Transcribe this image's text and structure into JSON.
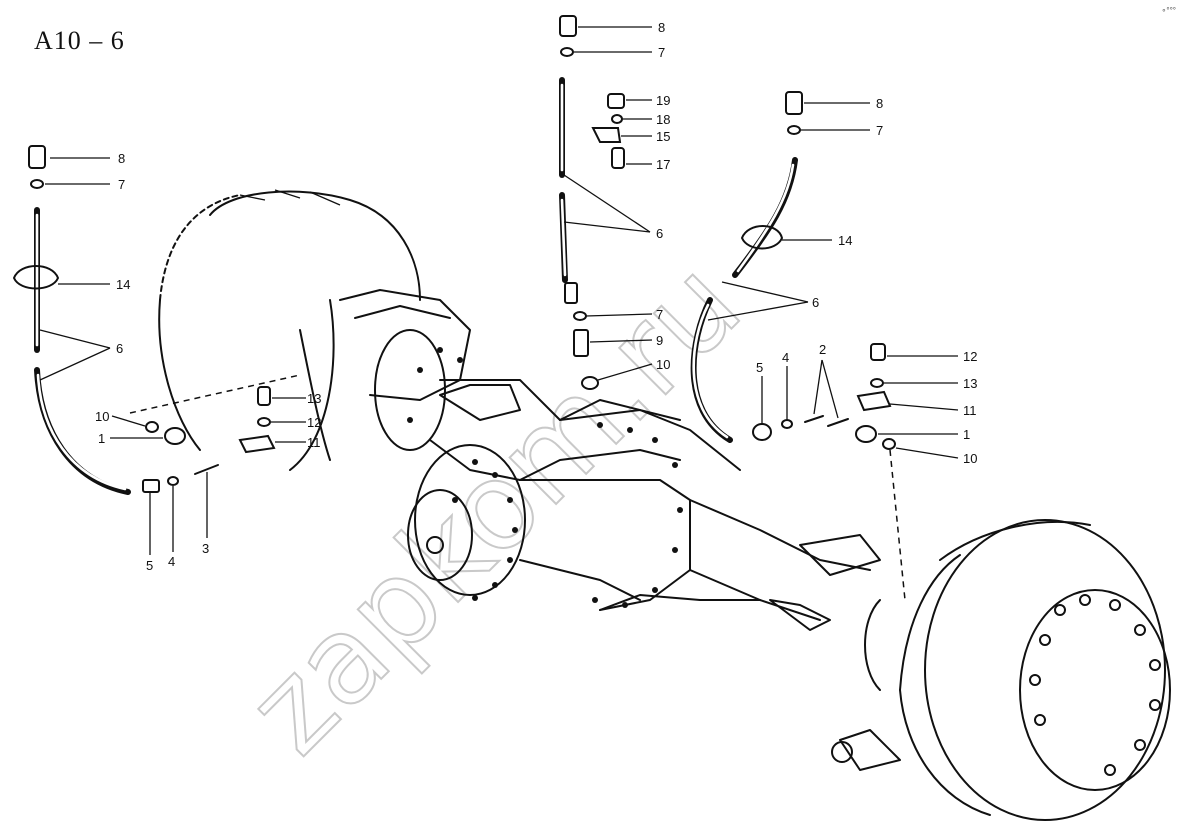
{
  "sheet": {
    "code": "A10 – 6",
    "corner_mark": "∘°°°"
  },
  "watermark": {
    "text": "zapkom.ru"
  },
  "callouts": [
    {
      "id": "c1",
      "label": "8"
    },
    {
      "id": "c2",
      "label": "7"
    },
    {
      "id": "c3",
      "label": "14"
    },
    {
      "id": "c4",
      "label": "6"
    },
    {
      "id": "c5",
      "label": "10"
    },
    {
      "id": "c6",
      "label": "1"
    },
    {
      "id": "c7",
      "label": "5"
    },
    {
      "id": "c8",
      "label": "4"
    },
    {
      "id": "c9",
      "label": "3"
    },
    {
      "id": "c10",
      "label": "13"
    },
    {
      "id": "c11",
      "label": "12"
    },
    {
      "id": "c12",
      "label": "11"
    },
    {
      "id": "c13",
      "label": "8"
    },
    {
      "id": "c14",
      "label": "7"
    },
    {
      "id": "c15",
      "label": "19"
    },
    {
      "id": "c16",
      "label": "18"
    },
    {
      "id": "c17",
      "label": "15"
    },
    {
      "id": "c18",
      "label": "17"
    },
    {
      "id": "c19",
      "label": "6"
    },
    {
      "id": "c20",
      "label": "7"
    },
    {
      "id": "c21",
      "label": "9"
    },
    {
      "id": "c22",
      "label": "10"
    },
    {
      "id": "c23",
      "label": "8"
    },
    {
      "id": "c24",
      "label": "7"
    },
    {
      "id": "c25",
      "label": "14"
    },
    {
      "id": "c26",
      "label": "6"
    },
    {
      "id": "c27",
      "label": "5"
    },
    {
      "id": "c28",
      "label": "4"
    },
    {
      "id": "c29",
      "label": "2"
    },
    {
      "id": "c30",
      "label": "12"
    },
    {
      "id": "c31",
      "label": "13"
    },
    {
      "id": "c32",
      "label": "11"
    },
    {
      "id": "c33",
      "label": "1"
    },
    {
      "id": "c34",
      "label": "10"
    }
  ]
}
